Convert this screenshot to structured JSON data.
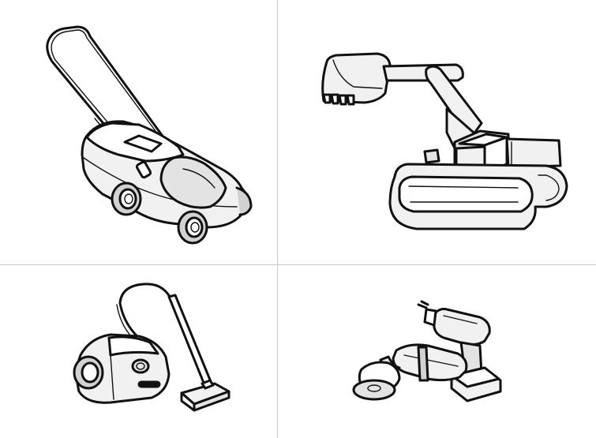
{
  "panels": [
    {
      "id": "mower",
      "icon": "lawn-mower-icon"
    },
    {
      "id": "excavator",
      "icon": "excavator-icon"
    },
    {
      "id": "vacuum",
      "icon": "vacuum-cleaner-icon"
    },
    {
      "id": "tools",
      "icon": "power-tools-icon"
    }
  ],
  "colors": {
    "background": "#ffffff",
    "divider": "#c9c9c9",
    "outline": "#111111",
    "fill_light": "#f1f1f1",
    "fill_mid": "#e3e3e3",
    "fill_dark": "#d2d2d2"
  }
}
